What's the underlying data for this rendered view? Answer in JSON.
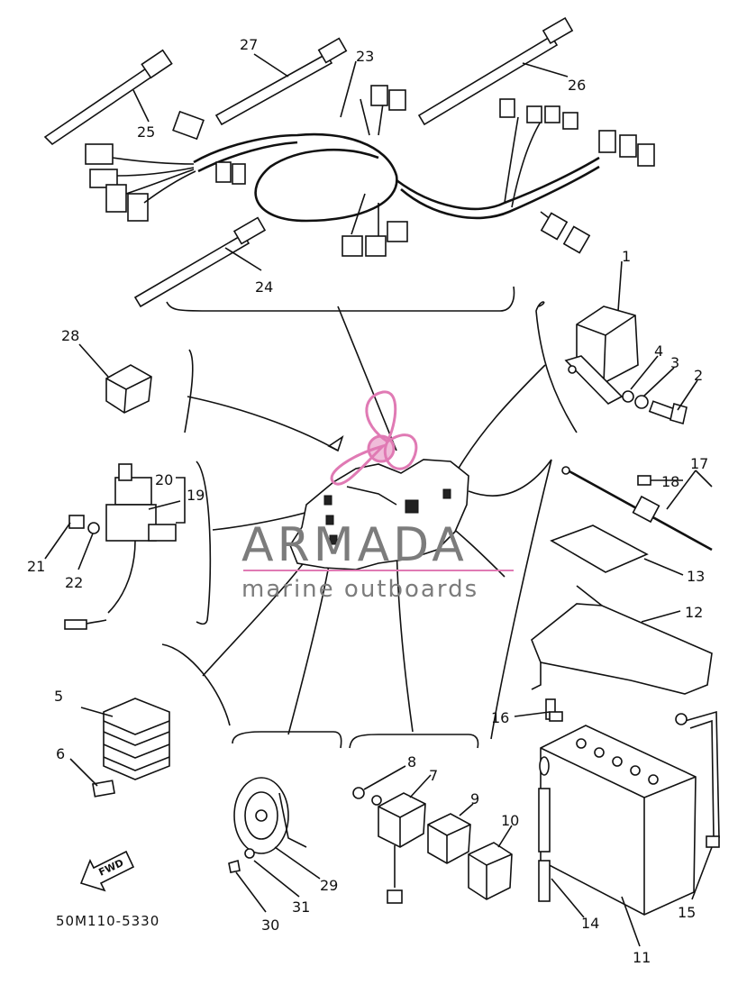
{
  "diagram": {
    "code": "50M110-5330",
    "arrow_label": "FWD",
    "callouts": [
      {
        "id": "c1",
        "text": "1"
      },
      {
        "id": "c2",
        "text": "2"
      },
      {
        "id": "c3",
        "text": "3"
      },
      {
        "id": "c4",
        "text": "4"
      },
      {
        "id": "c5",
        "text": "5"
      },
      {
        "id": "c6",
        "text": "6"
      },
      {
        "id": "c7",
        "text": "7"
      },
      {
        "id": "c8",
        "text": "8"
      },
      {
        "id": "c9",
        "text": "9"
      },
      {
        "id": "c10",
        "text": "10"
      },
      {
        "id": "c11",
        "text": "11"
      },
      {
        "id": "c12",
        "text": "12"
      },
      {
        "id": "c13",
        "text": "13"
      },
      {
        "id": "c14",
        "text": "14"
      },
      {
        "id": "c15",
        "text": "15"
      },
      {
        "id": "c16",
        "text": "16"
      },
      {
        "id": "c17",
        "text": "17"
      },
      {
        "id": "c18",
        "text": "18"
      },
      {
        "id": "c19",
        "text": "19"
      },
      {
        "id": "c20",
        "text": "20"
      },
      {
        "id": "c21",
        "text": "21"
      },
      {
        "id": "c22",
        "text": "22"
      },
      {
        "id": "c23",
        "text": "23"
      },
      {
        "id": "c24",
        "text": "24"
      },
      {
        "id": "c25",
        "text": "25"
      },
      {
        "id": "c26",
        "text": "26"
      },
      {
        "id": "c27",
        "text": "27"
      },
      {
        "id": "c28",
        "text": "28"
      },
      {
        "id": "c29",
        "text": "29"
      },
      {
        "id": "c30",
        "text": "30"
      },
      {
        "id": "c31",
        "text": "31"
      }
    ]
  },
  "watermark": {
    "brand": "ARMADA",
    "tagline": "marine outboards",
    "color": "#e07ab4"
  }
}
